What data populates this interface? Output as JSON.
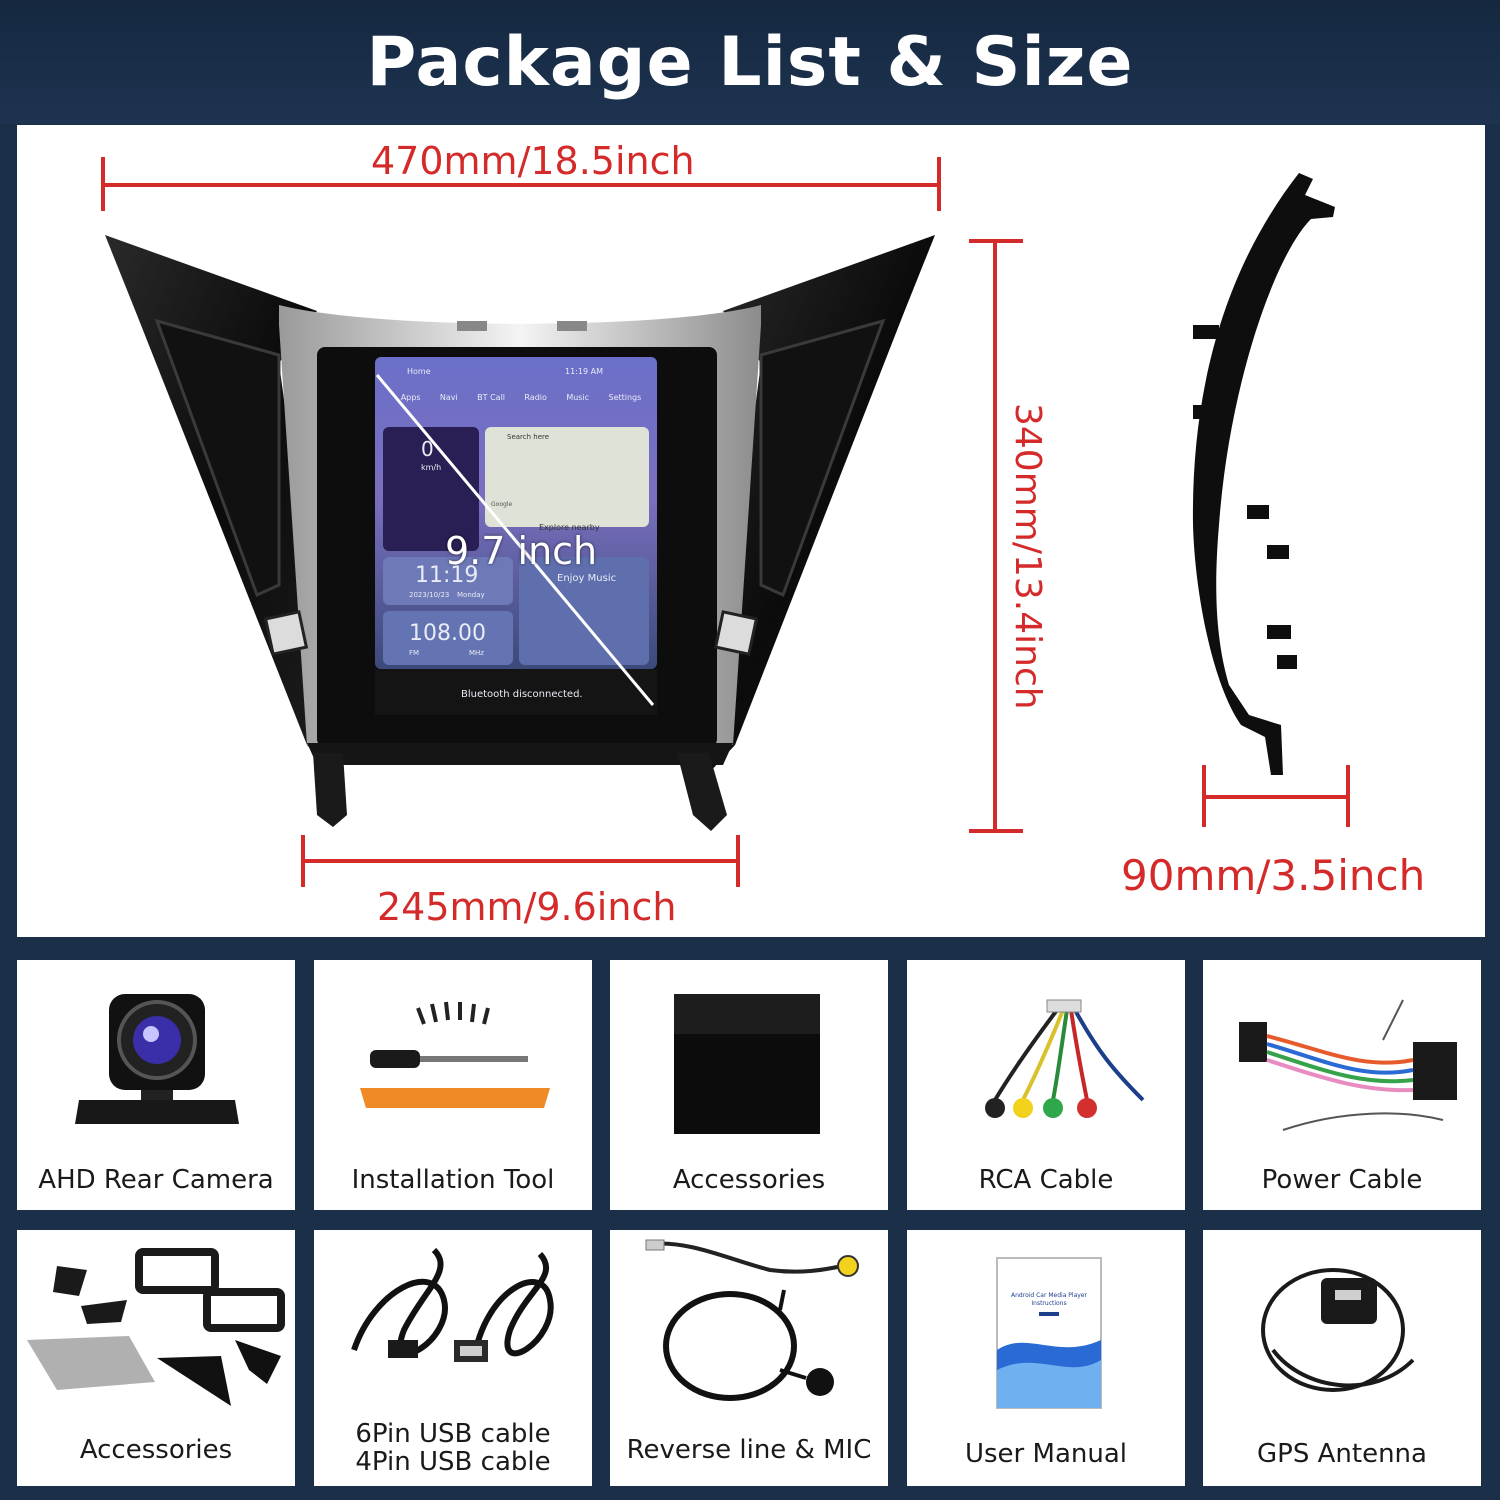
{
  "title": "Package List & Size",
  "dimensions": {
    "top_width": "470mm/18.5inch",
    "height": "340mm/13.4inch",
    "bottom_width": "245mm/9.6inch",
    "depth": "90mm/3.5inch",
    "screen_diagonal": "9.7 inch",
    "dimension_color": "#d42a2a"
  },
  "screen": {
    "status_home": "Home",
    "status_time": "11:19 AM",
    "apps": [
      {
        "label": "Apps",
        "icon": "apps-icon"
      },
      {
        "label": "Navi",
        "icon": "location-pin-icon"
      },
      {
        "label": "BT Call",
        "icon": "bluetooth-icon"
      },
      {
        "label": "Radio",
        "icon": "radio-icon"
      },
      {
        "label": "Music",
        "icon": "music-note-icon"
      },
      {
        "label": "Settings",
        "icon": "gear-icon"
      }
    ],
    "speed_value": "0",
    "speed_unit": "km/h",
    "map_search": "Search here",
    "map_brand": "Google",
    "map_explore": "Explore nearby",
    "clock_time": "11:19",
    "clock_date": "2023/10/23",
    "clock_day": "Monday",
    "music_label": "Enjoy Music",
    "radio_freq": "108.00",
    "radio_band": "FM",
    "radio_unit": "MHz",
    "bt_status": "Bluetooth disconnected."
  },
  "items": [
    {
      "label": "AHD Rear Camera",
      "icon": "rear-camera-icon"
    },
    {
      "label": "Installation Tool",
      "icon": "tool-kit-icon"
    },
    {
      "label": "Accessories",
      "icon": "black-pouch-icon"
    },
    {
      "label": "RCA Cable",
      "icon": "rca-cable-icon"
    },
    {
      "label": "Power Cable",
      "icon": "power-harness-icon"
    },
    {
      "label": "Accessories",
      "icon": "trim-pieces-icon"
    },
    {
      "label": "6Pin USB cable",
      "label2": "4Pin USB cable",
      "icon": "usb-cable-icon"
    },
    {
      "label": "Reverse line & MIC",
      "icon": "microphone-icon"
    },
    {
      "label": "User Manual",
      "icon": "manual-booklet-icon"
    },
    {
      "label": "GPS Antenna",
      "icon": "gps-antenna-icon"
    }
  ],
  "manual_cover_title": "Android Car Media Player Instructions"
}
